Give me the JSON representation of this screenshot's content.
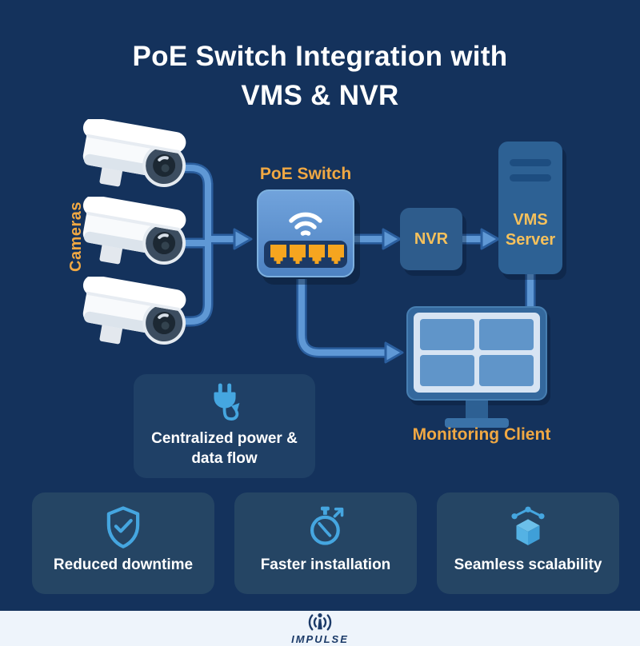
{
  "title": {
    "line1": "PoE Switch Integration with",
    "line2": "VMS & NVR"
  },
  "diagram": {
    "cameras_label": "Cameras",
    "camera_count": 3,
    "poe_switch_label": "PoE Switch",
    "poe_switch_port_count": 4,
    "nvr_label": "NVR",
    "vms_server_label_line1": "VMS",
    "vms_server_label_line2": "Server",
    "monitoring_client_label": "Monitoring Client",
    "flow": [
      "Cameras",
      "PoE Switch",
      "NVR",
      "VMS Server",
      "Monitoring Client"
    ]
  },
  "feature_card": {
    "icon": "power-plug-loop-icon",
    "line1": "Centralized power &",
    "line2": "data flow"
  },
  "benefit_cards": [
    {
      "icon": "shield-check-icon",
      "label": "Reduced downtime"
    },
    {
      "icon": "stopwatch-arrow-icon",
      "label": "Faster installation"
    },
    {
      "icon": "cube-network-icon",
      "label": "Seamless scalability"
    }
  ],
  "footer": {
    "icon": "antenna-signal-icon",
    "brand": "IMPULSE"
  },
  "colors": {
    "background": "#14325c",
    "title_text": "#ffffff",
    "label_orange": "#f0a843",
    "node_label_yellow": "#f5c15c",
    "connector_light": "#5f98d5",
    "connector_dark": "#2b5f9f",
    "switch_body_blue": "#5b90ce",
    "switch_panel_navy": "#1c3a66",
    "port_orange": "#f6a51f",
    "nvr_fill": "#2e5c8c",
    "vms_fill": "#2d6194",
    "monitor_frame": "#34689d",
    "monitor_screen": "#d7e4f3",
    "monitor_panel": "#6095c9",
    "feature_card_fill": "#1f4066",
    "benefit_card_fill": "#254564",
    "icon_blue": "#45a6e0",
    "footer_bg": "#eef4fb",
    "brand_navy": "#1b3a68"
  }
}
